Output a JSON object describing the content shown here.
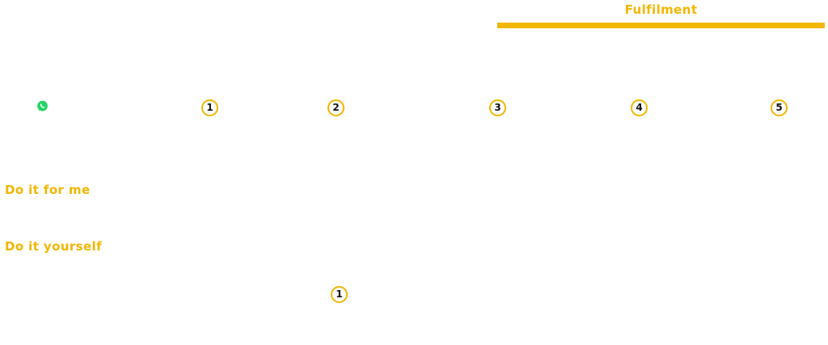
{
  "tab": {
    "label": "Fulfilment"
  },
  "contact": {
    "icon": "whatsapp-icon",
    "color": "#25d366"
  },
  "steps": [
    "1",
    "2",
    "3",
    "4",
    "5"
  ],
  "options": {
    "do_it_for_me": "Do it for me",
    "do_it_yourself": "Do it yourself"
  },
  "diy_steps": [
    "1"
  ],
  "colors": {
    "accent": "#f2b600",
    "step_text": "#111111"
  }
}
